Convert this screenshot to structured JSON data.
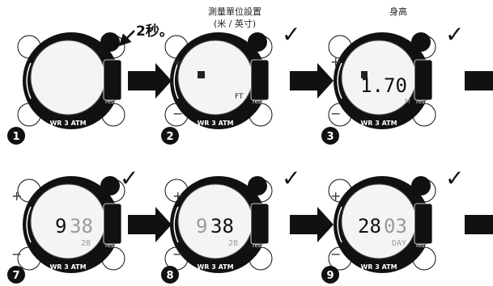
{
  "top_labels": {
    "step2_line1": "測量單位設置",
    "step2_line2": "(米 / 英寸)",
    "step3": "身高"
  },
  "press_hint": "2秒。",
  "watch_text": {
    "bezel": "WR 3 ATM",
    "reset": "reset",
    "plus": "+",
    "minus": "−",
    "check": "✓"
  },
  "steps": [
    {
      "number": "1",
      "display": {
        "main": "",
        "sub": "",
        "icon": ""
      }
    },
    {
      "number": "2",
      "display": {
        "main": "",
        "sub": "FT",
        "icon": "ft-in"
      }
    },
    {
      "number": "3",
      "display": {
        "main": "1.70",
        "sub": "M",
        "icon": "height"
      }
    },
    {
      "number": "7",
      "display": {
        "main_a": "9",
        "main_b": "38",
        "sub": "28",
        "icon": ""
      }
    },
    {
      "number": "8",
      "display": {
        "main_a": "9",
        "main_b": "38",
        "sub": "28",
        "icon": ""
      }
    },
    {
      "number": "9",
      "display": {
        "main_a": "28",
        "main_b": "03",
        "sub": "DAY",
        "icon": ""
      }
    }
  ],
  "colors": {
    "ink": "#111111",
    "screen": "#f4f4f4",
    "dim_digits": "#9a9a9a",
    "bezel": "#111111"
  }
}
